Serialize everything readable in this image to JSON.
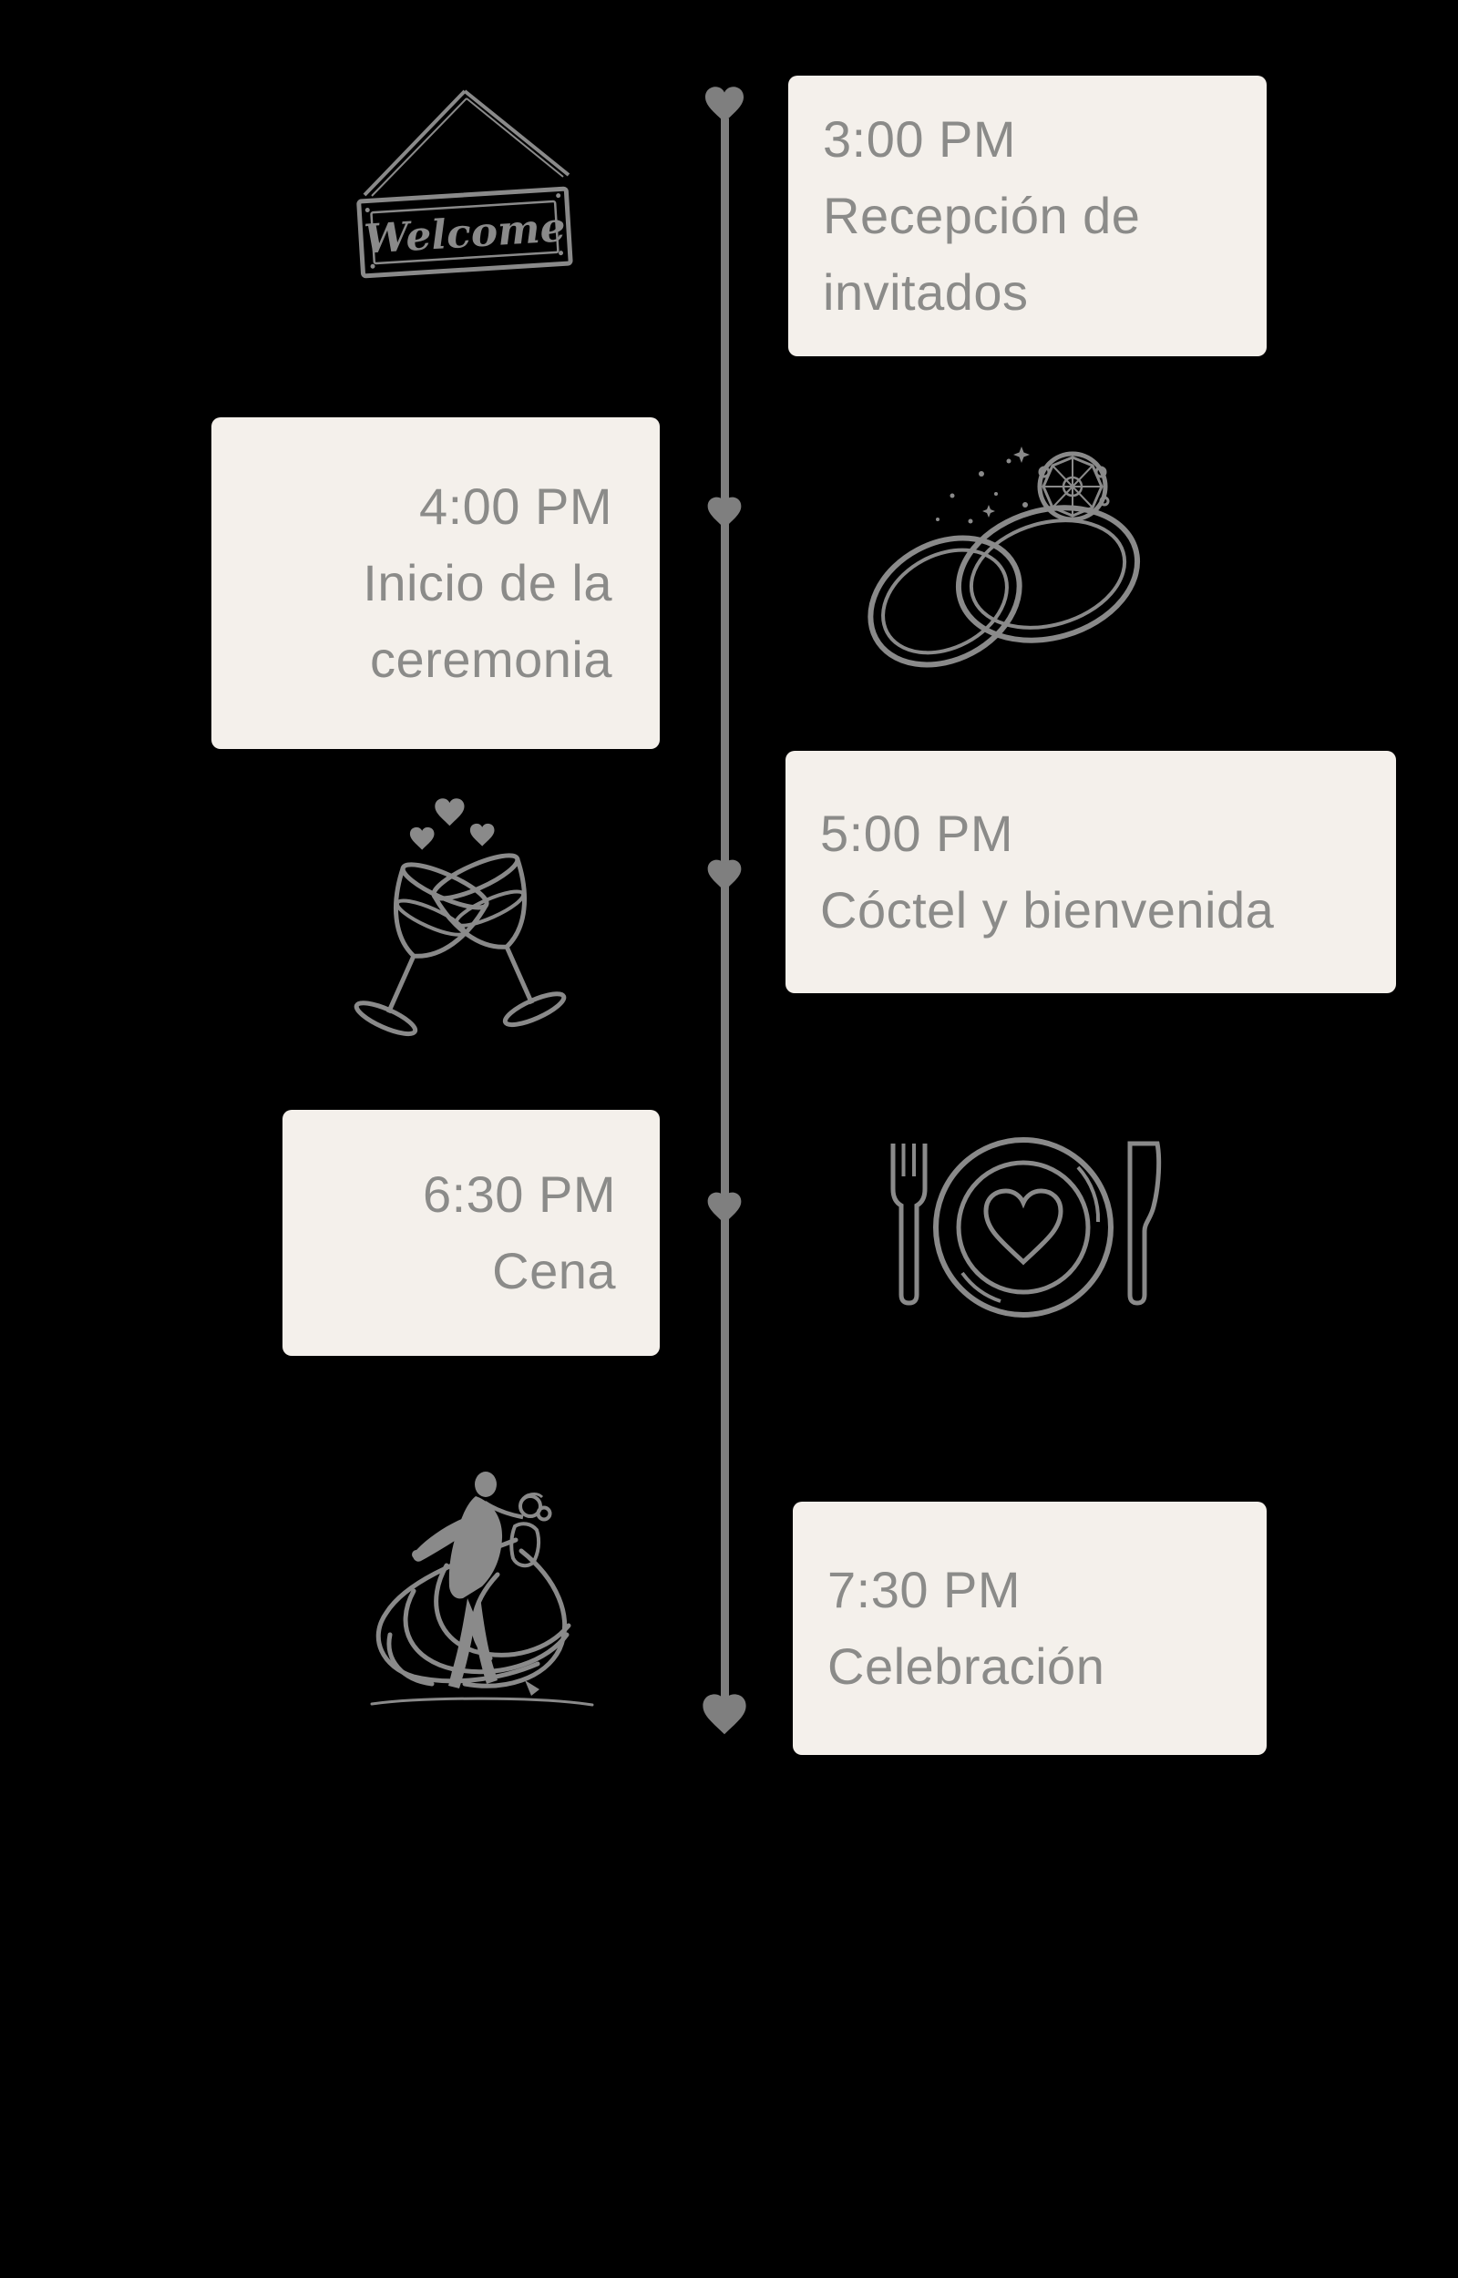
{
  "page": {
    "background_color": "#000000",
    "card_background_color": "#f4f0eb",
    "text_color": "#8b8b89",
    "line_color": "#7f7f7f",
    "icon_color": "#8a8a8a"
  },
  "timeline": {
    "node_icon": "heart",
    "events": [
      {
        "time": "3:00 PM",
        "title": "Recepción de invitados",
        "icon": "welcome-sign",
        "side": "right"
      },
      {
        "time": "4:00 PM",
        "title": "Inicio de la ceremonia",
        "icon": "wedding-rings",
        "side": "left"
      },
      {
        "time": "5:00 PM",
        "title": "Cóctel y bienvenida",
        "icon": "champagne-glasses",
        "side": "right"
      },
      {
        "time": "6:30 PM",
        "title": "Cena",
        "icon": "dinner-place-setting",
        "side": "left"
      },
      {
        "time": "7:30 PM",
        "title": "Celebración",
        "icon": "dancing-couple",
        "side": "right"
      }
    ]
  },
  "welcome_sign": {
    "label": "Welcome"
  }
}
